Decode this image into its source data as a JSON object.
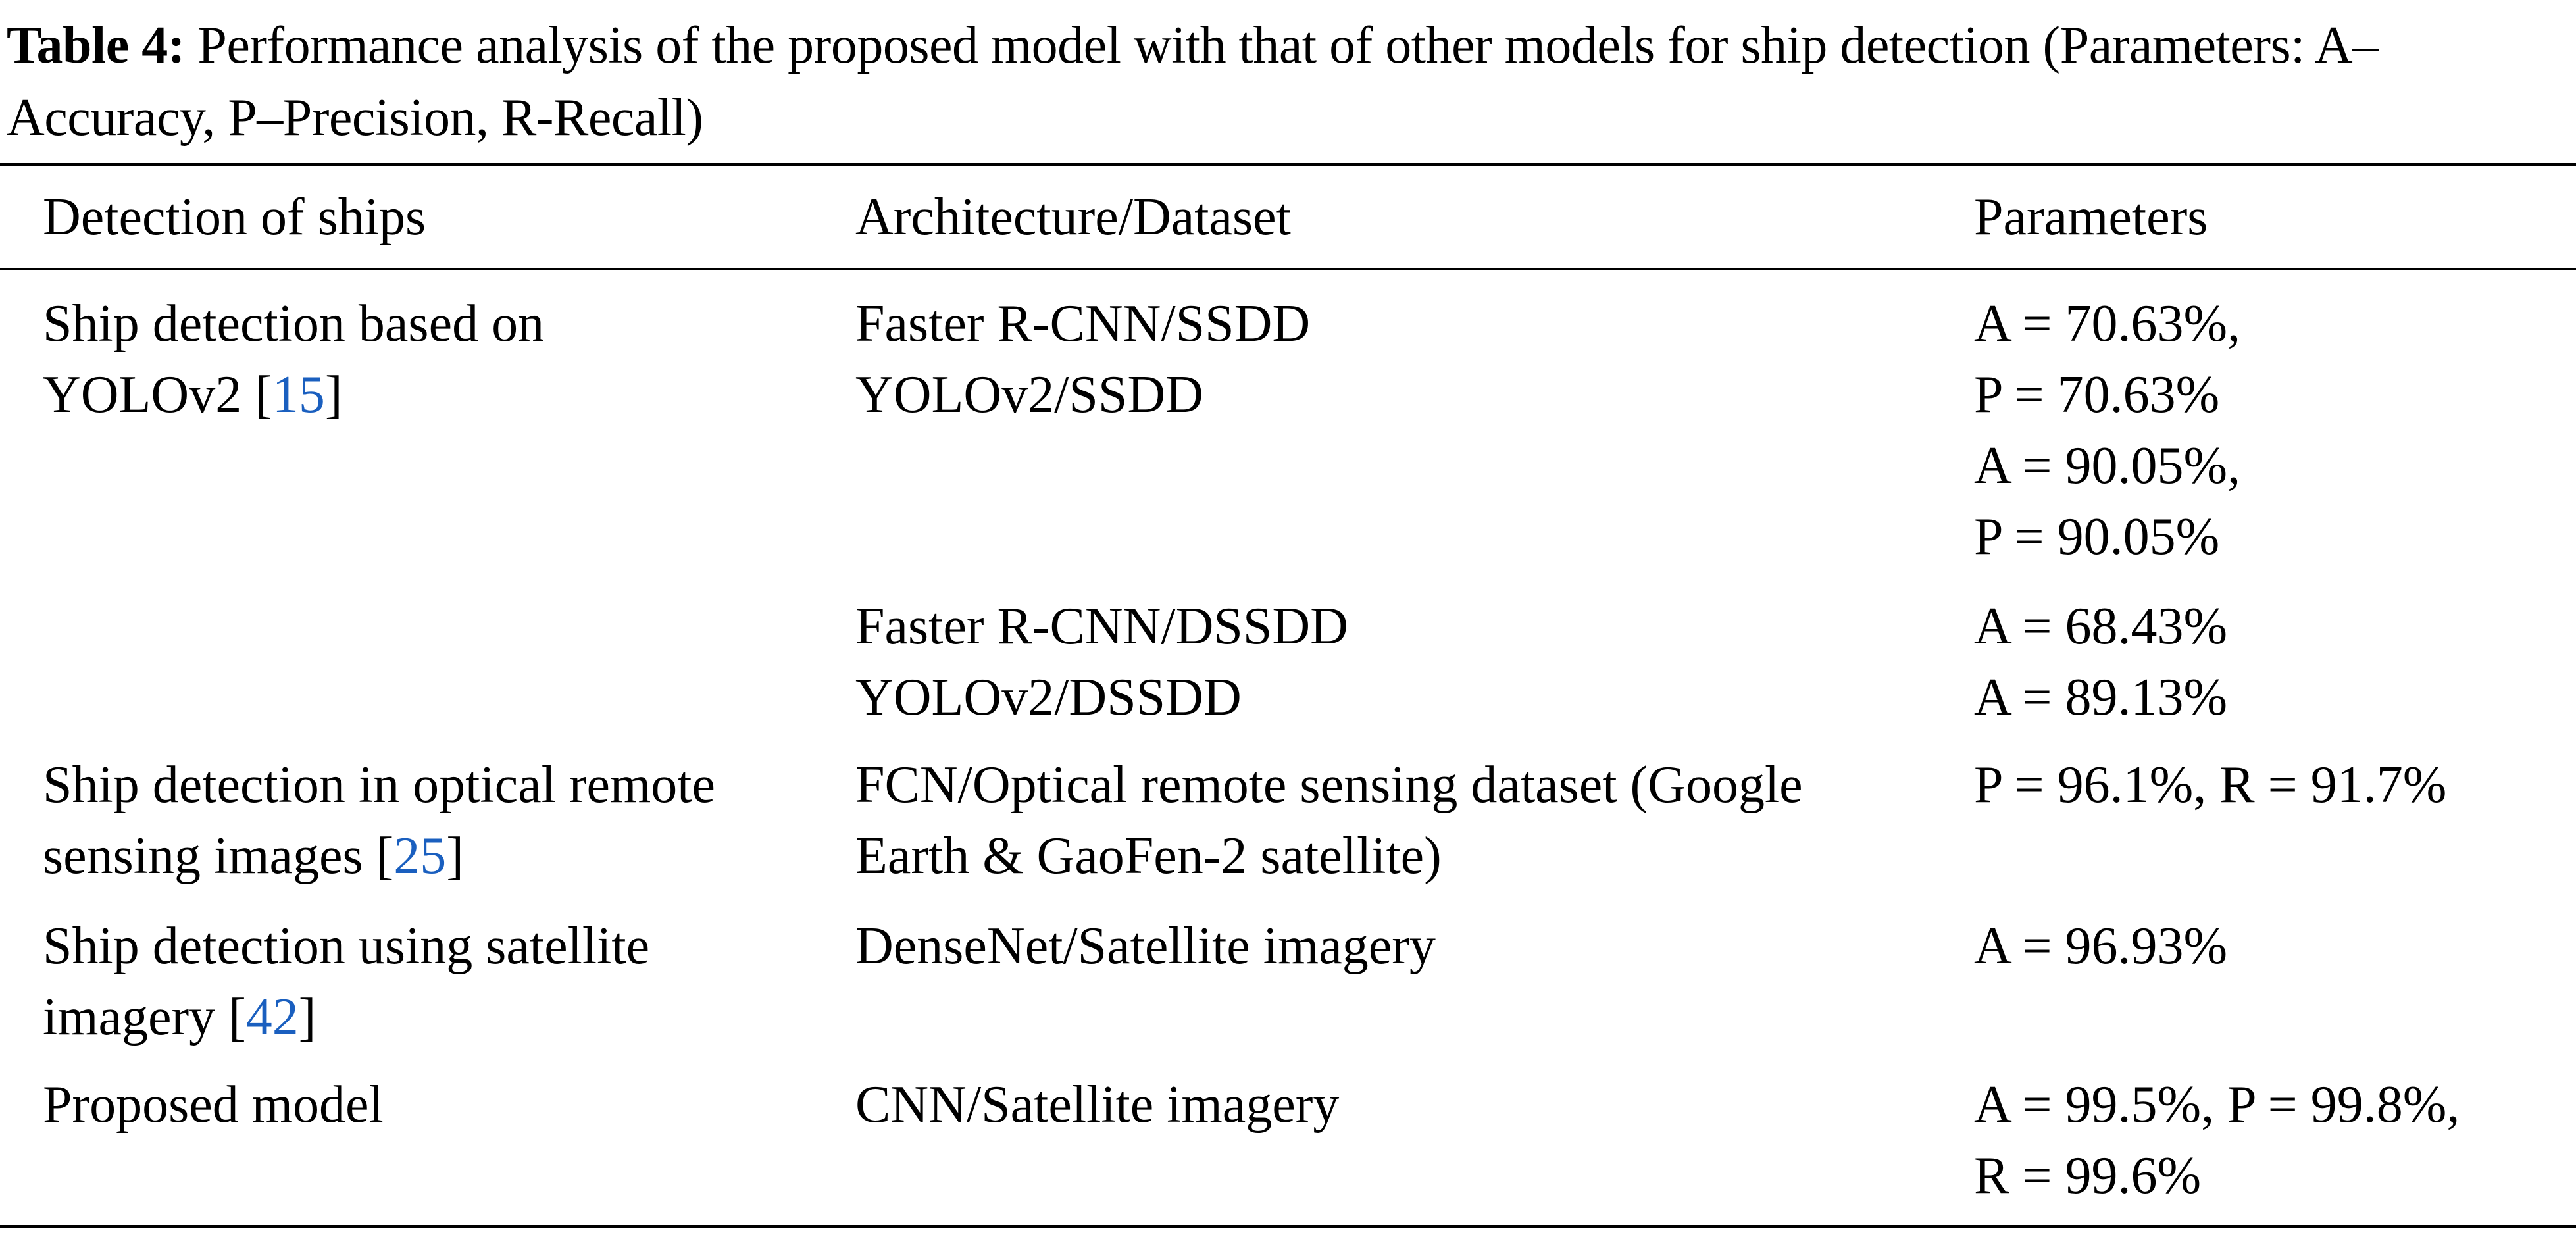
{
  "caption": {
    "label": "Table 4:",
    "text": "Performance analysis of the proposed model with that of other models for ship detection (Parameters: A–Accuracy, P–Precision, R-Recall)"
  },
  "table": {
    "headers": [
      "Detection of ships",
      "Architecture/Dataset",
      "Parameters"
    ],
    "rows": [
      {
        "detection": {
          "text": "Ship detection based on",
          "text2": "YOLOv2 [",
          "cite": "15",
          "tail": "]"
        },
        "arch": [
          "Faster R-CNN/SSDD",
          "YOLOv2/SSDD"
        ],
        "params": [
          "A = 70.63%,",
          "P = 70.63%",
          "A = 90.05%,",
          "P = 90.05%"
        ]
      },
      {
        "arch": [
          "Faster R-CNN/DSSDD",
          "YOLOv2/DSSDD"
        ],
        "params": [
          "A = 68.43%",
          "A = 89.13%"
        ]
      },
      {
        "detection": {
          "text": "Ship detection in optical remote",
          "text2": "sensing images [",
          "cite": "25",
          "tail": "]"
        },
        "arch": [
          "FCN/Optical remote sensing dataset (Google",
          "Earth & GaoFen-2 satellite)"
        ],
        "params": [
          "P = 96.1%, R = 91.7%"
        ]
      },
      {
        "detection": {
          "text": "Ship detection using satellite",
          "text2": "imagery [",
          "cite": "42",
          "tail": "]"
        },
        "arch": [
          "DenseNet/Satellite imagery"
        ],
        "params": [
          "A = 96.93%"
        ]
      },
      {
        "detection": {
          "text": "Proposed model"
        },
        "arch": [
          "CNN/Satellite imagery"
        ],
        "params": [
          "A = 99.5%, P = 99.8%,",
          "R = 99.6%"
        ]
      }
    ]
  }
}
